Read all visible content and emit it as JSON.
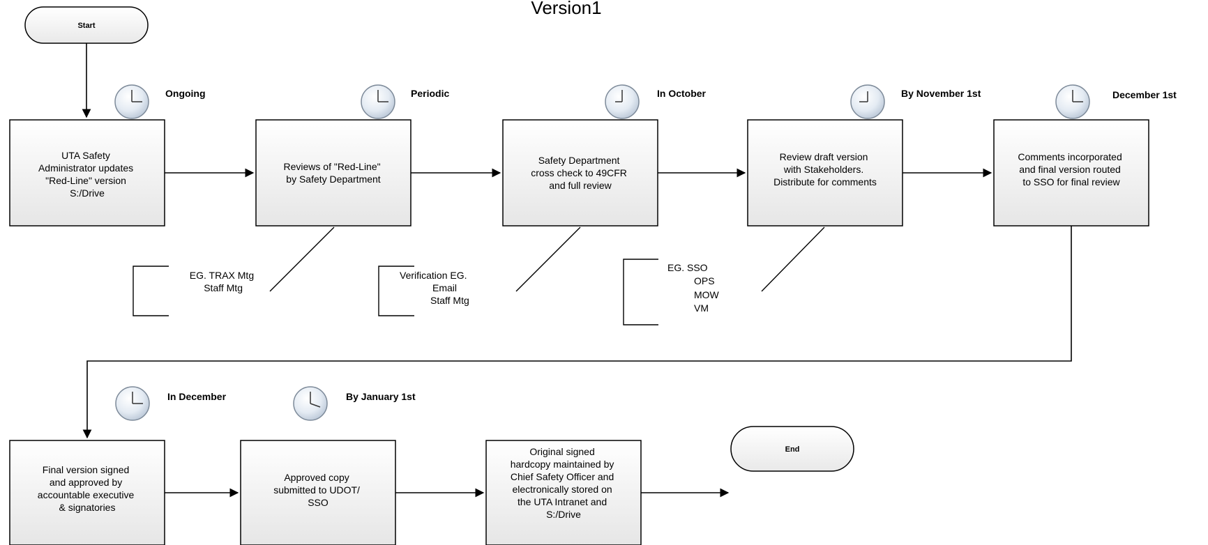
{
  "title": "Version1",
  "start_label": "Start",
  "end_label": "End",
  "steps": [
    {
      "id": "s1",
      "lines": [
        "UTA Safety",
        "Administrator updates",
        "\"Red-Line\" version",
        "S:/Drive"
      ],
      "time": "Ongoing"
    },
    {
      "id": "s2",
      "lines": [
        "Reviews of \"Red-Line\"",
        "by Safety Department"
      ],
      "time": "Periodic"
    },
    {
      "id": "s3",
      "lines": [
        "Safety Department",
        "cross check to 49CFR",
        "and full review"
      ],
      "time": "In October"
    },
    {
      "id": "s4",
      "lines": [
        "Review draft version",
        "with Stakeholders.",
        "Distribute for comments"
      ],
      "time": "By November 1st"
    },
    {
      "id": "s5",
      "lines": [
        "Comments incorporated",
        "and final version routed",
        "to SSO for final review"
      ],
      "time": "December 1st"
    },
    {
      "id": "s6",
      "lines": [
        "Final version signed",
        "and approved by",
        "accountable executive",
        "& signatories"
      ],
      "time": "In December"
    },
    {
      "id": "s7",
      "lines": [
        "Approved copy",
        "submitted to UDOT/",
        "SSO"
      ],
      "time": "By January 1st"
    },
    {
      "id": "s8",
      "lines": [
        "Original signed",
        "hardcopy maintained by",
        "Chief Safety Officer and",
        "electronically stored on",
        "the UTA Intranet and",
        "S:/Drive"
      ],
      "time": ""
    }
  ],
  "notes": [
    {
      "id": "n1",
      "lines": [
        "EG. TRAX Mtg",
        "Staff Mtg"
      ]
    },
    {
      "id": "n2",
      "lines": [
        "Verification EG.",
        "Email",
        "Staff Mtg"
      ]
    },
    {
      "id": "n3",
      "lines": [
        "EG. SSO",
        "OPS",
        "MOW",
        "VM"
      ]
    }
  ]
}
